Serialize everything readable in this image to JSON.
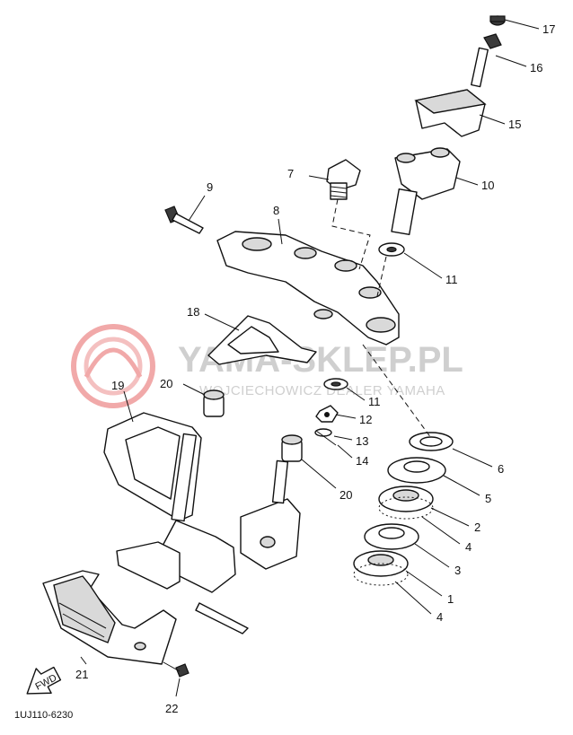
{
  "watermark": {
    "brand": "YAMA-SKLEP.PL",
    "sub": "WOJCIECHOWICZ DEALER YAMAHA",
    "logo_color": "#e24b4b"
  },
  "diagram_code": "1UJ110-6230",
  "fwd_arrow": "FWD",
  "callouts": [
    "17",
    "16",
    "15",
    "10",
    "9",
    "7",
    "8",
    "11",
    "18",
    "20",
    "11",
    "12",
    "13",
    "14",
    "19",
    "6",
    "5",
    "2",
    "4",
    "3",
    "1",
    "4",
    "20",
    "21",
    "22"
  ]
}
